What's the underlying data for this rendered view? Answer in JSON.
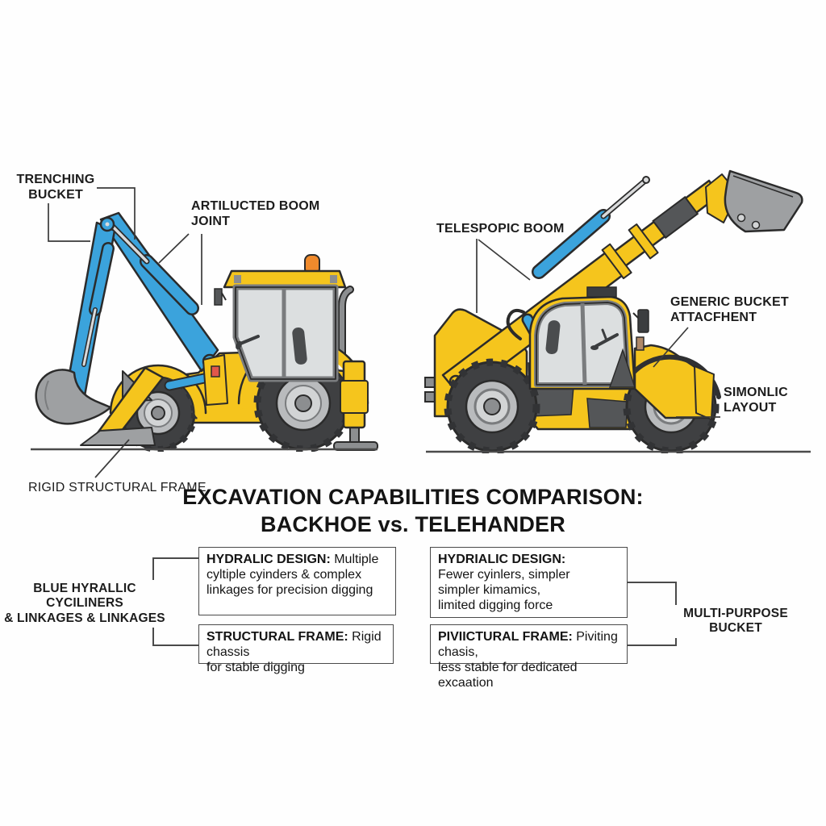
{
  "title": {
    "line1": "EXCAVATION CAPABILITIES COMPARISON:",
    "line2": "BACKHOE vs. TELEHANDER"
  },
  "labels": {
    "trenching_bucket": "TRENCHING\nBUCKET",
    "articulated_boom_joint": "ARTILUCTED BOOM\nJOINT",
    "telescopic_boom": "TELESPOPIC BOOM",
    "generic_bucket_attachment": "GENERIC BUCKET\nATTACFHENT",
    "simonlic_layout": "SIMONLIC\nLAYOUT",
    "rigid_structural_frame": "RIGID STRUCTURAL FRAME",
    "blue_hydraulic_cylinders": "BLUE HYRALLIC CYCILINERS\n& LINKAGES & LINKAGES",
    "multi_purpose_bucket": "MULTI-PURPOSE BUCKET"
  },
  "comparison": {
    "boxes": [
      {
        "heading": "HYDRALIC DESIGN:",
        "body": " Multiple\ncyltiple cyinders & complex\nlinkages for precision digging"
      },
      {
        "heading": "HYDRIALIC DESIGN:",
        "body": "\nFewer cyinlers, simpler\nsimpler kimamics,\nlimited digging force"
      },
      {
        "heading": "STRUCTURAL FRAME:",
        "body": " Rigid chassis\nfor stable digging"
      },
      {
        "heading": "PIVIICTURAL FRAME:",
        "body": " Piviting chasis,\nless stable for dedicated excaation"
      }
    ]
  },
  "illustrations": {
    "left": "backhoe-loader",
    "right": "telehandler"
  },
  "colors": {
    "yellow": "#F5C51D",
    "blue": "#3BA3DC",
    "gray": "#9EA0A2",
    "glass": "#DCDFE0",
    "tire": "#3F4042",
    "rim": "#B9BBBD",
    "frame": "#8C8E90",
    "panel": "#545658",
    "orange": "#F08A2C",
    "red": "#E2574B",
    "dark": "#2B2B2B",
    "line": "#3A3A3A"
  }
}
